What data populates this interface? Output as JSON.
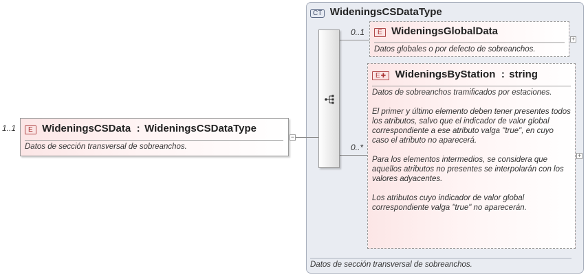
{
  "root": {
    "multiplicity": "1..1",
    "badge": "E",
    "name": "WideningsCSData",
    "type_sep": ":",
    "type": "WideningsCSDataType",
    "doc": "Datos de sección transversal de sobreanchos.",
    "collapse_symbol": "−"
  },
  "complex_type": {
    "badge": "CT",
    "name": "WideningsCSDataType",
    "doc": "Datos de sección transversal de sobreanchos.",
    "sequence_icon": "sequence-compositor-icon"
  },
  "children": [
    {
      "multiplicity": "0..1",
      "badge": "E",
      "name": "WideningsGlobalData",
      "doc": "Datos globales o por defecto de sobreanchos.",
      "expand_symbol": "+"
    },
    {
      "multiplicity": "0..*",
      "badge": "E",
      "badge_extra": "✚",
      "name": "WideningsByStation",
      "type_sep": ":",
      "type": "string",
      "doc_paragraphs": [
        "Datos de sobreanchos tramificados por estaciones.",
        "El primer y último elemento deben tener presentes todos los atributos, salvo que el indicador de valor global correspondiente a ese atributo valga \"true\", en cuyo caso el atributo no aparecerá.",
        "Para los elementos intermedios, se considera que aquellos atributos no presentes se interpolarán con los valores adyacentes.",
        "Los atributos cuyo indicador de valor global correspondiente valga \"true\" no aparecerán."
      ],
      "expand_symbol": "+"
    }
  ],
  "colors": {
    "element_badge": "#b04848",
    "complex_type_panel": "#e9ecf2",
    "element_gradient": "#fce6e6"
  }
}
